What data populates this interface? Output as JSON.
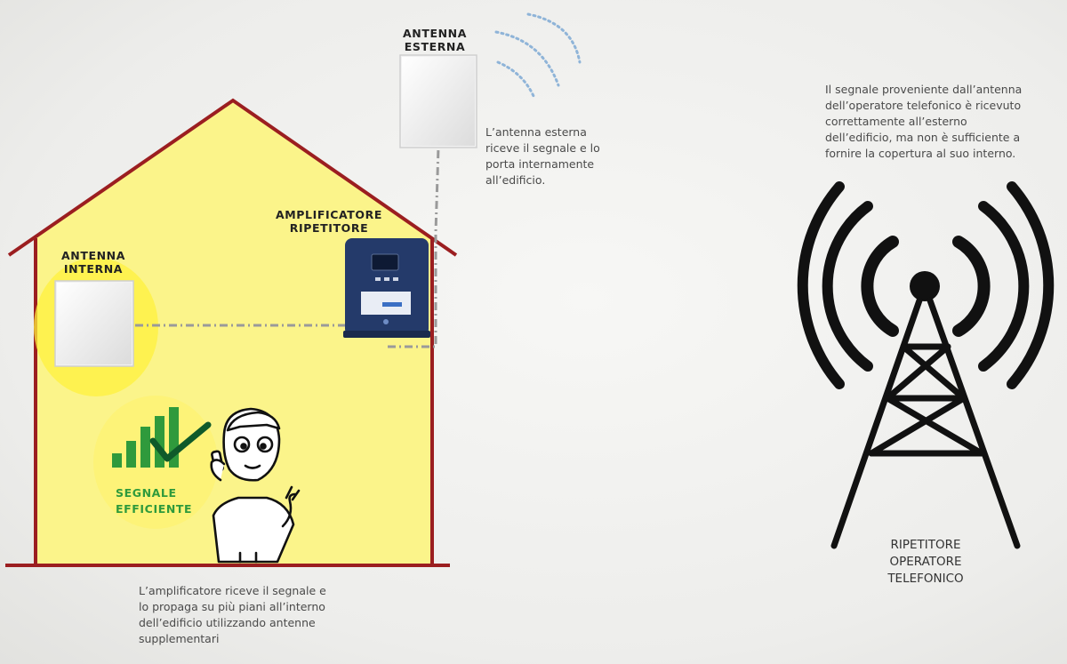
{
  "labels": {
    "external_antenna": [
      "ANTENNA",
      "ESTERNA"
    ],
    "amplifier": [
      "AMPLIFICATORE",
      "RIPETITORE"
    ],
    "internal_antenna": [
      "ANTENNA",
      "INTERNA"
    ],
    "signal": [
      "SEGNALE",
      "EFFICIENTE"
    ],
    "tower": [
      "RIPETITORE",
      "OPERATORE",
      "TELEFONICO"
    ]
  },
  "descriptions": {
    "external_antenna": [
      "L’antenna esterna",
      "riceve il segnale e lo",
      "porta internamente",
      "all’edificio."
    ],
    "amplifier": [
      "L’amplificatore riceve il segnale e",
      "lo propaga su più piani all’interno",
      "dell’edificio utilizzando antenne",
      "supplementari"
    ],
    "tower": [
      "Il segnale proveniente dall’antenna",
      "dell’operatore telefonico è ricevuto",
      "correttamente all’esterno",
      "dell’edificio, ma non è sufficiente a",
      "fornire la copertura al suo interno."
    ]
  },
  "colors": {
    "house_fill": "#fbf48a",
    "house_outline": "#9b1e20",
    "signal_green": "#2f9a3c",
    "wave_blue": "#8fb4d8",
    "device_navy": "#243a6a",
    "tower_black": "#111111"
  },
  "icons": {
    "signal_bars": "signal-bars-icon",
    "checkmark": "checkmark-icon",
    "tower": "radio-tower-icon",
    "person": "person-on-phone-icon"
  }
}
